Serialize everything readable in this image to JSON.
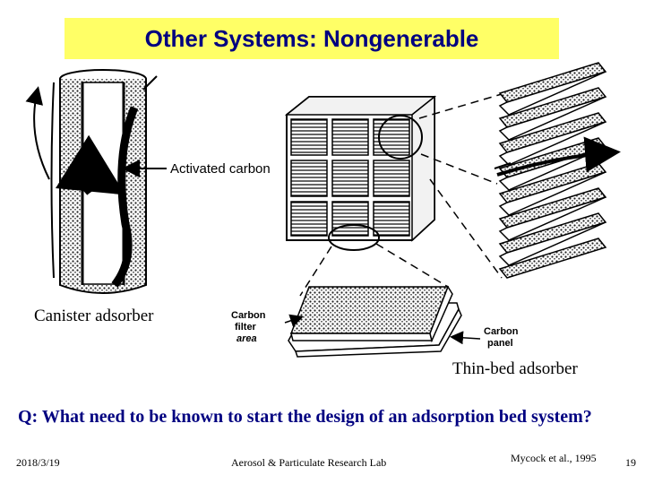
{
  "slide": {
    "title": "Other Systems: Nongenerable",
    "question": "Q: What need to be known to start the design of an adsorption bed system?"
  },
  "figure": {
    "canister_caption": "Canister adsorber",
    "thinbed_caption": "Thin-bed adsorber",
    "activated_carbon_label": "Activated carbon",
    "carbon_filter_area_label_1": "Carbon",
    "carbon_filter_area_label_2": "filter",
    "carbon_filter_area_label_3": "area",
    "carbon_panel_label_1": "Carbon",
    "carbon_panel_label_2": "panel"
  },
  "footer": {
    "date": "2018/3/19",
    "lab": "Aerosol & Particulate Research Lab",
    "citation": "Mycock et al., 1995",
    "page_number": "19"
  }
}
